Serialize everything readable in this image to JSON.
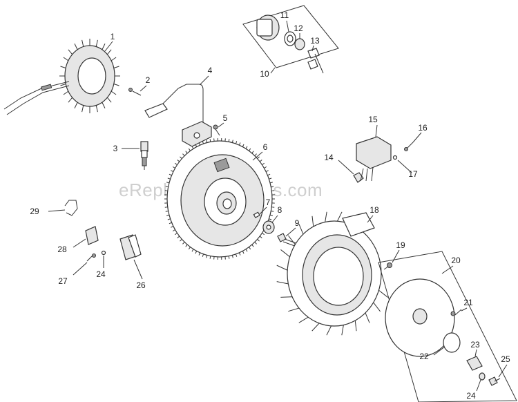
{
  "watermark": "eReplacementParts.com",
  "callouts": [
    {
      "label": "1"
    },
    {
      "label": "2"
    },
    {
      "label": "3"
    },
    {
      "label": "4"
    },
    {
      "label": "5"
    },
    {
      "label": "6"
    },
    {
      "label": "7"
    },
    {
      "label": "8"
    },
    {
      "label": "9"
    },
    {
      "label": "10"
    },
    {
      "label": "11"
    },
    {
      "label": "12"
    },
    {
      "label": "13"
    },
    {
      "label": "14"
    },
    {
      "label": "15"
    },
    {
      "label": "16"
    },
    {
      "label": "17"
    },
    {
      "label": "18"
    },
    {
      "label": "19"
    },
    {
      "label": "20"
    },
    {
      "label": "21"
    },
    {
      "label": "22"
    },
    {
      "label": "23"
    },
    {
      "label": "24"
    },
    {
      "label": "25"
    },
    {
      "label": "26"
    },
    {
      "label": "27"
    },
    {
      "label": "28"
    },
    {
      "label": "29"
    },
    {
      "label": "24"
    }
  ]
}
